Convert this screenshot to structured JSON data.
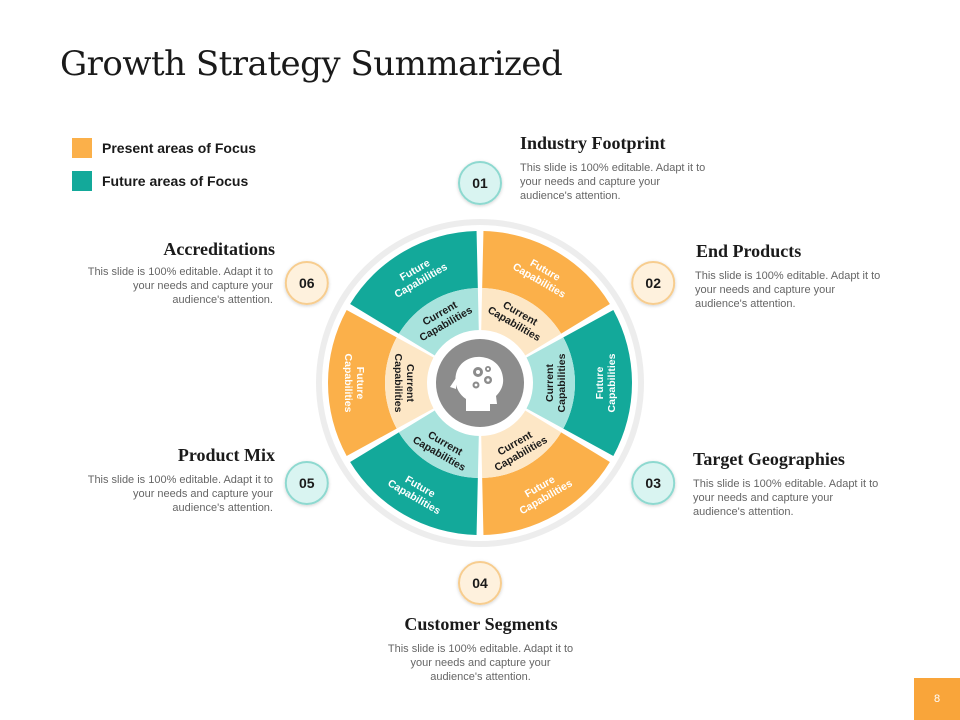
{
  "title": "Growth Strategy Summarized",
  "legend": [
    {
      "label": "Present areas of Focus",
      "color": "#FBB04A"
    },
    {
      "label": "Future areas of Focus",
      "color": "#13A99A"
    }
  ],
  "colors": {
    "orange": "#FBB04A",
    "orange_light": "#FDE7C6",
    "teal": "#13A99A",
    "teal_light": "#A8E3DD",
    "center": "#8C8C8C",
    "badge_teal_fill": "#D9F4F1",
    "badge_teal_ring": "#8ED9D0",
    "badge_orange_fill": "#FEF1DD",
    "badge_orange_ring": "#F7CD8F",
    "outer_ring": "#EDEDED"
  },
  "segment_labels": {
    "outer": "Future Capabilities",
    "inner": "Current Capabilities"
  },
  "center_icon": "head-gears-icon",
  "blocks": [
    {
      "number": "01",
      "title": "Industry Footprint",
      "desc": "This slide is 100% editable. Adapt it to your needs and capture your audience's attention."
    },
    {
      "number": "02",
      "title": "End Products",
      "desc": "This slide is 100% editable. Adapt it to your needs and capture your audience's attention."
    },
    {
      "number": "03",
      "title": "Target Geographies",
      "desc": "This slide is 100% editable. Adapt it to your needs and capture your audience's attention."
    },
    {
      "number": "04",
      "title": "Customer Segments",
      "desc": "This slide is 100% editable. Adapt it to your needs and capture your audience's attention."
    },
    {
      "number": "05",
      "title": "Product Mix",
      "desc": "This slide is 100% editable. Adapt it to your needs and capture your audience's attention."
    },
    {
      "number": "06",
      "title": "Accreditations",
      "desc": "This slide is 100% editable. Adapt it to your needs and capture your audience's attention."
    }
  ],
  "page_number": "8"
}
